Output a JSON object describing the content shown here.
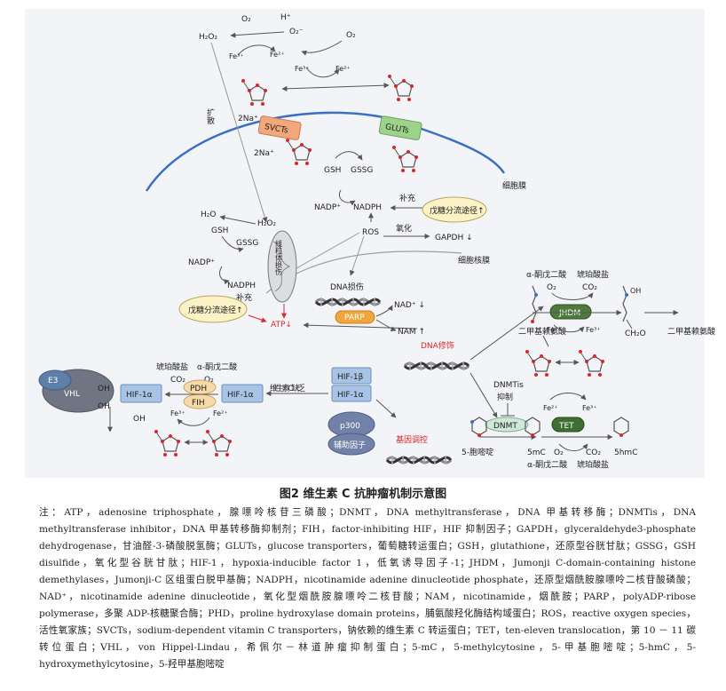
{
  "labels": {
    "o2_top": "O₂",
    "h_plus": "H⁺",
    "h2o2_top": "H₂O₂",
    "o2_minus": "O₂⁻",
    "o2_right": "O₂",
    "fe3_a": "Fe³⁺",
    "fe2_a": "Fe²⁺",
    "fe3_b": "Fe³⁺",
    "fe2_b": "Fe²⁺",
    "diffuse": "扩散",
    "two_na_top": "2Na⁺",
    "svcts": "SVCTs",
    "gluts": "GLUTs",
    "two_na_bottom": "2Na⁺",
    "gsh1": "GSH",
    "gssg1": "GSSG",
    "cell_membrane": "细胞膜",
    "nadp1": "NADP⁺",
    "nadph1": "NADPH",
    "supplement1": "补充",
    "ppp1": "戊糖分流途径↑",
    "ros": "ROS",
    "oxidize": "氧化",
    "gapdh": "GAPDH ↓",
    "nuclear_membrane": "细胞核膜",
    "h2o": "H₂O",
    "h2o2_mid": "H₂O₂",
    "gsh2": "GSH",
    "gssg2": "GSSG",
    "mito_damage": "线粒体损伤",
    "nadp2": "NADP⁺",
    "nadph2": "NADPH",
    "supplement2": "补充",
    "ppp2": "戊糖分流途径↑",
    "atp": "ATP↓",
    "dna_damage": "DNA损伤",
    "parp": "PARP",
    "nad_plus": "NAD⁺ ↓",
    "nam": "NAM ↑",
    "dna_modify": "DNA修饰",
    "akg1": "α-酮戊二酸",
    "succinate1": "琥珀酸盐",
    "o2_jhdm": "O₂",
    "co2_jhdm": "CO₂",
    "jhdm": "JHDM",
    "dimethyl_lys": "二甲基赖氨酸",
    "fe2_jhdm": "Fe²⁺",
    "fe3_jhdm": "Fe³⁺",
    "ch2o": "CH₂O",
    "dimethyl_lys2": "二甲基赖氨酸",
    "e3": "E3",
    "vhl": "VHL",
    "oh1": "OH",
    "oh2": "OH",
    "oh3": "OH",
    "hif1a_left": "HIF-1α",
    "succinate2": "琥珀酸盐",
    "akg2": "α-酮戊二酸",
    "co2_pdh": "CO₂",
    "o2_pdh": "O₂",
    "pdh": "PDH",
    "fih": "FIH",
    "fe3_pdh": "Fe³⁺",
    "fe2_pdh": "Fe²⁺",
    "hif1a_mid": "HIF-1α",
    "vitc_lack": "维生素C缺乏",
    "hif1b": "HIF-1β",
    "hif1a_right": "HIF-1α",
    "p300": "p300",
    "cofactor": "辅助因子",
    "gene_reg": "基因调控",
    "dnmtis": "DNMTis",
    "inhibit": "抑制",
    "dnmt": "DNMT",
    "fe2_tet": "Fe²⁺",
    "fe3_tet": "Fe³⁺",
    "tet": "TET",
    "five_mc": "5mC",
    "o2_tet": "O₂",
    "co2_tet": "CO₂",
    "five_hmc": "5hmC",
    "cytosine": "5-胞嘧啶",
    "akg3": "α-酮戊二酸",
    "succinate3": "琥珀酸盐"
  },
  "caption": "图2 维生素 C 抗肿瘤机制示意图",
  "note": "注：ATP，adenosine triphosphate，腺嘌呤核苷三磷酸；DNMT，DNA methyltransferase，DNA 甲基转移酶；DNMTis，DNA methyltransferase inhibitor，DNA 甲基转移酶抑制剂；FIH，factor-inhibiting HIF，HIF 抑制因子；GAPDH，glyceraldehyde3-phosphate dehydrogenase，甘油醛-3-磷酸脱氢酶；GLUTs，glucose transporters，葡萄糖转运蛋白；GSH，glutathione，还原型谷胱甘肽；GSSG，GSH disulfide，氧化型谷胱甘肽；HIF-1，hypoxia-inducible factor 1，低氧诱导因子-1；JHDM，Jumonji C-domain-containing histone demethylases，Jumonji-C 区组蛋白脱甲基酶；NADPH，nicotinamide adenine dinucleotide phosphate，还原型烟酰胺腺嘌呤二核苷酸磷酸；NAD⁺，nicotinamide adenine dinucleotide，氧化型烟酰胺腺嘌呤二核苷酸；NAM，nicotinamide，烟酰胺；PARP，polyADP-ribose polymerase，多聚 ADP-核糖聚合酶；PHD，proline hydroxylase domain proteins，脯氨酸羟化酶结构域蛋白；ROS，reactive oxygen species，活性氧家族；SVCTs，sodium-dependent vitamin C transporters，钠依赖的维生素 C 转运蛋白；TET，ten-eleven translocation，第 10 － 11 碳转位蛋白；VHL，von Hippel-Lindau，希佩尔－林道肿瘤抑制蛋白；5-mC，5-methylcytosine，5-甲基胞嘧啶；5-hmC，5-hydroxymethylcytosine，5-羟甲基胞嘧啶",
  "colors": {
    "svcts": "#f2a77c",
    "gluts": "#9cd28a",
    "ppp": "#fbf2c5",
    "hif": "#a7c3e6",
    "pdh": "#f5d9a6",
    "jhdm": "#4f7a3b",
    "tet": "#3f6f33",
    "dnmt": "#cfe8d9",
    "vhl": "#6f7582",
    "e3": "#5e7fa8",
    "p300": "#7181a8",
    "membrane": "#3b6fc4",
    "red": "#d9262b"
  }
}
